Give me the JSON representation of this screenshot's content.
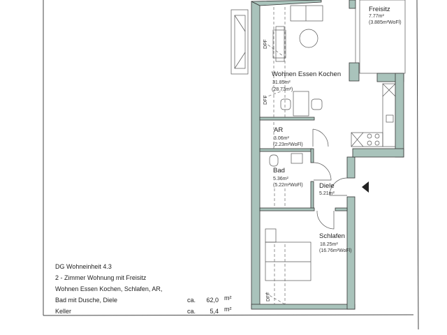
{
  "rooms": {
    "wohnen": {
      "name": "Wohnen Essen Kochen",
      "area": "31.85m²",
      "wofl": "(28.73m²)"
    },
    "ar": {
      "name": "AR",
      "area": "3.06m²",
      "wofl": "(2.23m²WoFl)"
    },
    "bad": {
      "name": "Bad",
      "area": "5.36m²",
      "wofl": "(5.22m²WoFl)"
    },
    "diele": {
      "name": "Diele",
      "area": "5.21m²"
    },
    "schlafen": {
      "name": "Schlafen",
      "area": "18.25m²",
      "wofl": "(16.76m²WoFl)"
    },
    "freisitz": {
      "name": "Freisitz",
      "area": "7.77m²",
      "wofl": "(3.885m²WoFl)"
    }
  },
  "dff_label": "DFF",
  "legend": {
    "line1": "DG   Wohneinheit 4.3",
    "line2": "2 - Zimmer Wohnung mit Freisitz",
    "line3": "Wohnen Essen Kochen, Schlafen, AR,",
    "line4": "Bad mit Dusche, Diele",
    "line4_ca": "ca.",
    "line4_value": "62,0",
    "line4_unit": "m²",
    "line5": "Keller",
    "line5_ca": "ca.",
    "line5_value": "5,4",
    "line5_unit": "m²"
  },
  "colors": {
    "wall": "#a9c3bb"
  }
}
